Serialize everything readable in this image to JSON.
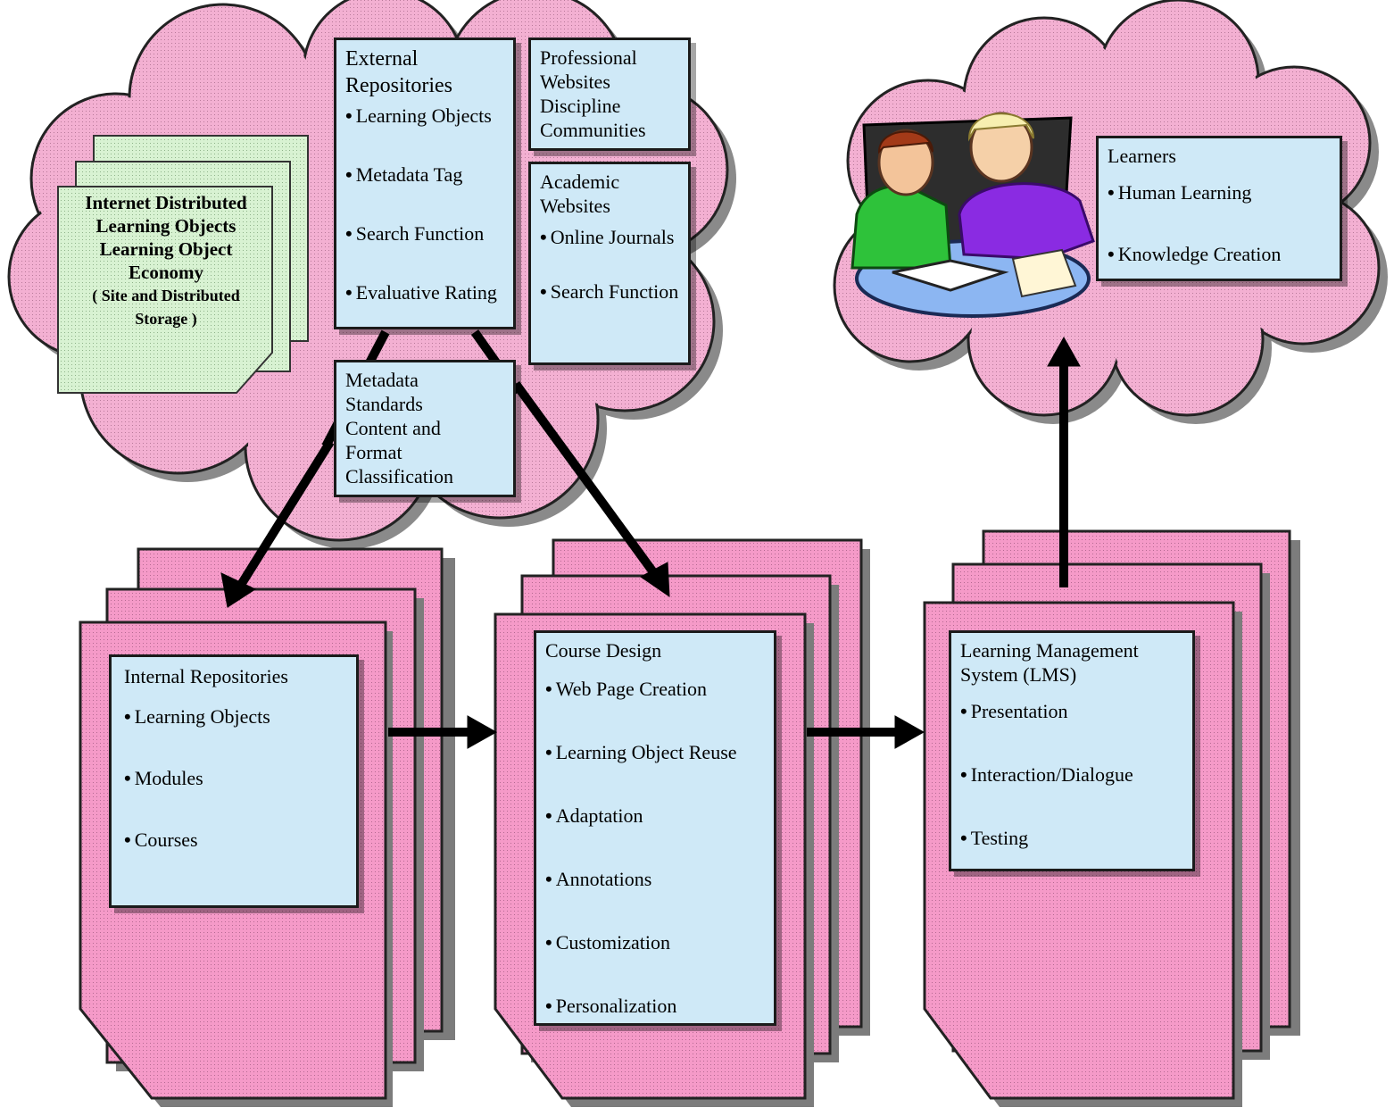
{
  "colors": {
    "cloud_fill": "#f3b0d2",
    "page_fill": "#f59ac8",
    "box_fill": "#cfe9f7",
    "note_fill": "#d8f2d2",
    "arrow": "#000000"
  },
  "diagram": {
    "internet_note": {
      "lines": [
        "Internet Distributed",
        "Learning Objects",
        "Learning Object",
        "Economy",
        "( Site and Distributed",
        "Storage )"
      ]
    },
    "external_repositories": {
      "title_lines": [
        "External",
        "Repositories"
      ],
      "items": [
        "Learning Objects",
        "Metadata Tag",
        "Search Function",
        "Evaluative Rating"
      ]
    },
    "professional_websites": {
      "lines": [
        "Professional",
        "Websites",
        "Discipline",
        "Communities"
      ]
    },
    "academic_websites": {
      "title_lines": [
        "Academic",
        "Websites"
      ],
      "items": [
        "Online Journals",
        "Search Function"
      ]
    },
    "metadata_standards": {
      "lines": [
        "Metadata",
        "Standards",
        "Content and",
        "Format",
        "Classification"
      ]
    },
    "learners": {
      "title": "Learners",
      "items": [
        "Human Learning",
        "Knowledge Creation"
      ]
    },
    "internal_repositories": {
      "title": "Internal Repositories",
      "items": [
        "Learning Objects",
        "Modules",
        "Courses"
      ]
    },
    "course_design": {
      "title": "Course Design",
      "items": [
        "Web Page Creation",
        "Learning Object Reuse",
        "Adaptation",
        "Annotations",
        "Customization",
        "Personalization"
      ]
    },
    "lms": {
      "title_lines": [
        "Learning Management",
        "System (LMS)"
      ],
      "items": [
        "Presentation",
        "Interaction/Dialogue",
        "Testing"
      ]
    }
  }
}
